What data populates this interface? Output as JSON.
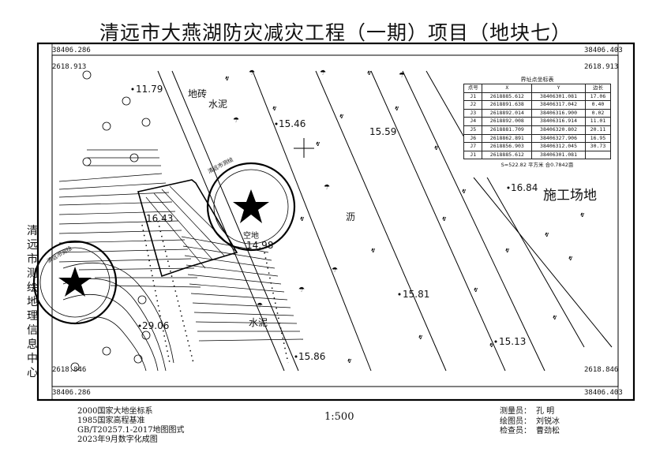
{
  "title": "清远市大燕湖防灾减灾工程（一期）项目（地块七）",
  "corners": {
    "top_left_x": "38406.286",
    "top_left_y": "2618.913",
    "top_right_x": "38406.403",
    "top_right_y": "2618.913",
    "bottom_left_y": "2618.846",
    "bottom_left_x": "38406.286",
    "bottom_right_y": "2618.846",
    "bottom_right_x": "38406.403"
  },
  "left_vertical_text": "清远市测绘地理信息中心",
  "map_labels": {
    "elev_1": "11.79",
    "elev_2": "15.46",
    "elev_3": "15.59",
    "elev_4": "16.84",
    "elev_5": "16.43",
    "elev_6": "14.98",
    "elev_7": "15.81",
    "elev_8": "29.06",
    "elev_9": "15.13",
    "elev_10": "15.86",
    "brick": "地砖",
    "cement_top": "水泥",
    "cement_bottom": "水泥",
    "asphalt": "沥",
    "construction_site": "施工场地",
    "site_mark": "空地"
  },
  "point_table": {
    "title": "界址点坐标表",
    "headers": [
      "点号",
      "X",
      "Y",
      "边长"
    ],
    "rows": [
      [
        "J1",
        "2618885.612",
        "38406301.081"
      ],
      [
        "J2",
        "2618891.638",
        "38406317.042"
      ],
      [
        "J3",
        "2618892.014",
        "38406316.900"
      ],
      [
        "J4",
        "2618892.008",
        "38406316.914"
      ],
      [
        "J5",
        "2618881.709",
        "38406320.802"
      ],
      [
        "J6",
        "2618862.891",
        "38406327.906"
      ],
      [
        "J7",
        "2618856.903",
        "38406312.045"
      ],
      [
        "J1",
        "2618885.612",
        "38406301.081"
      ]
    ],
    "lengths": [
      "17.06",
      "0.40",
      "0.02",
      "11.01",
      "20.11",
      "16.95",
      "30.73"
    ],
    "area": "S=522.82 平方米 合0.7842亩"
  },
  "notes": [
    "2000国家大地坐标系",
    "1985国家高程基准",
    "GB/T20257.1-2017地图图式",
    "2023年9月数字化成图"
  ],
  "scale": "1:500",
  "staff": [
    {
      "role": "测量员：",
      "name": "孔  明"
    },
    {
      "role": "绘图员：",
      "name": "刘锐冰"
    },
    {
      "role": "检查员：",
      "name": "曹劲松"
    }
  ],
  "seal_right_text": "清远市测绘",
  "seal_left_text": "清远市测绘"
}
